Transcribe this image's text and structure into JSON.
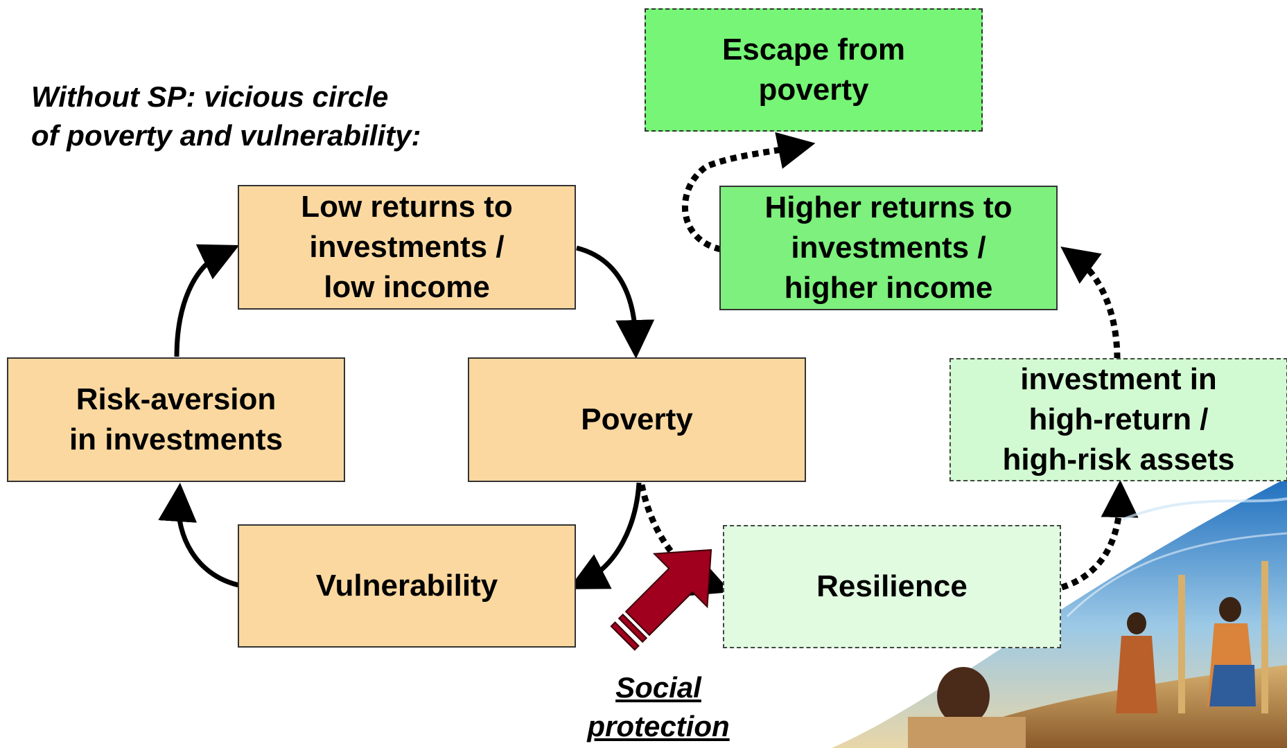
{
  "caption": "Without SP: vicious circle\nof poverty and vulnerability:",
  "boxes": {
    "low_returns": "Low returns to\ninvestments /\nlow income",
    "poverty": "Poverty",
    "vulnerability": "Vulnerability",
    "risk_aversion": "Risk-aversion\nin investments",
    "escape": "Escape from\npoverty",
    "higher_returns": "Higher returns to\ninvestments /\nhigher income",
    "investment": "investment in\nhigh-return /\nhigh-risk assets",
    "resilience": "Resilience"
  },
  "social_protection": "Social\nprotection",
  "colors": {
    "vicious_fill": "#fad8a0",
    "virtuous_fill": "#7df07d",
    "pale_fill": "#e0fbe0",
    "sp_arrow": "#a0001e",
    "arrow": "#000000"
  }
}
